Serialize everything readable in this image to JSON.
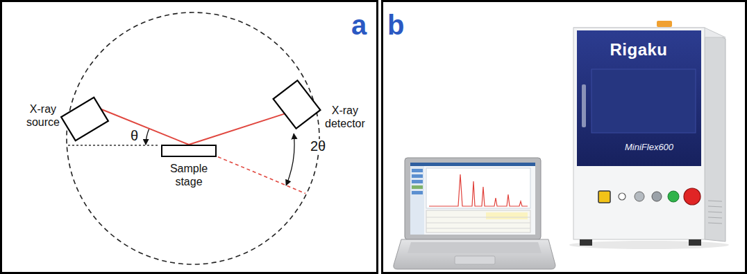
{
  "diagram": {
    "nodes": [
      {
        "text": [
          "X-ray source"
        ]
      },
      {
        "text": [
          "Sample stage"
        ]
      },
      {
        "text": [
          "X-ray detector"
        ]
      }
    ],
    "edges": [
      {
        "from": 0,
        "to": 1,
        "arrow": "none"
      },
      {
        "from": 1,
        "to": 2,
        "arrow": "none"
      }
    ],
    "labels": [
      "a",
      "b",
      "θ",
      "2θ",
      "Rigaku",
      "MiniFlex600"
    ]
  }
}
